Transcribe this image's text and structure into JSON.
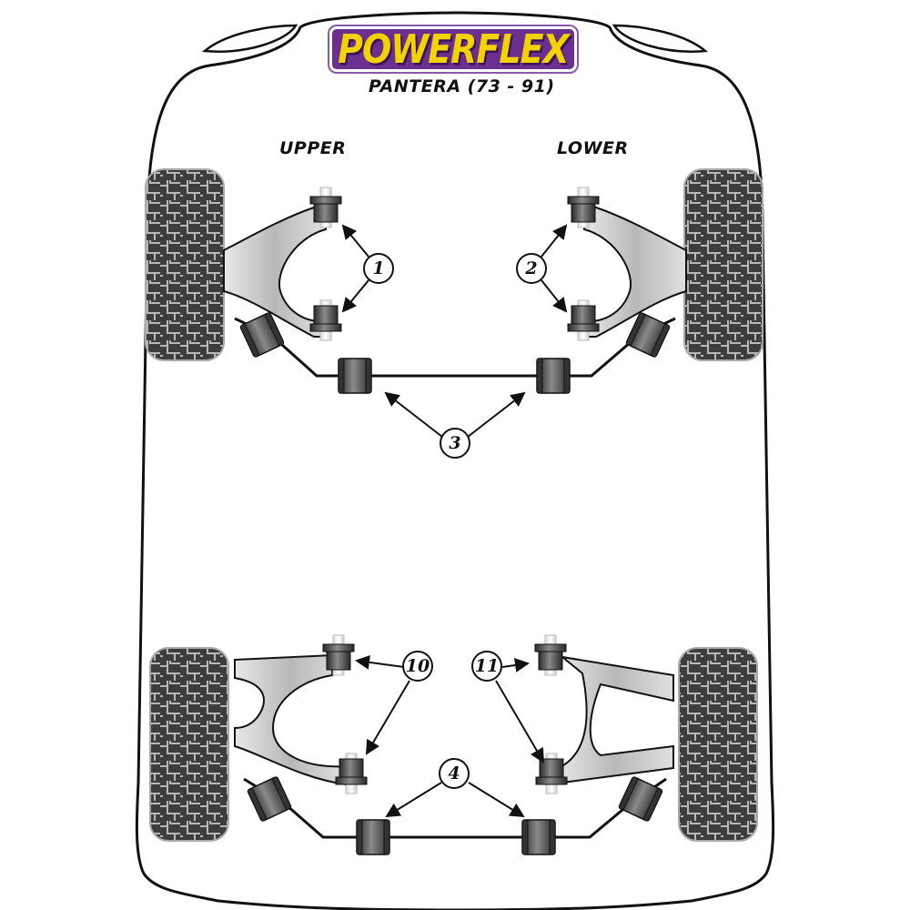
{
  "brand": {
    "logo_text": "POWERFLEX",
    "logo_bg_color": "#6a2f8f",
    "logo_text_color": "#f2d200",
    "model": "PANTERA (73 - 91)"
  },
  "section_labels": {
    "upper": "UPPER",
    "lower": "LOWER"
  },
  "callouts": [
    {
      "id": "1",
      "label": "1",
      "part": "front upper arm bushes"
    },
    {
      "id": "2",
      "label": "2",
      "part": "front lower arm bushes"
    },
    {
      "id": "3",
      "label": "3",
      "part": "front anti-roll bar mounts"
    },
    {
      "id": "4",
      "label": "4",
      "part": "rear anti-roll bar mounts"
    },
    {
      "id": "10",
      "label": "10",
      "part": "rear upper arm bushes"
    },
    {
      "id": "11",
      "label": "11",
      "part": "rear lower arm bushes"
    }
  ],
  "colors": {
    "outline": "#111111",
    "tyre": "#3d3d3d",
    "tread": "#b8b8b8",
    "arm": "#c8c8c8",
    "bush": "#4a4a4a"
  }
}
